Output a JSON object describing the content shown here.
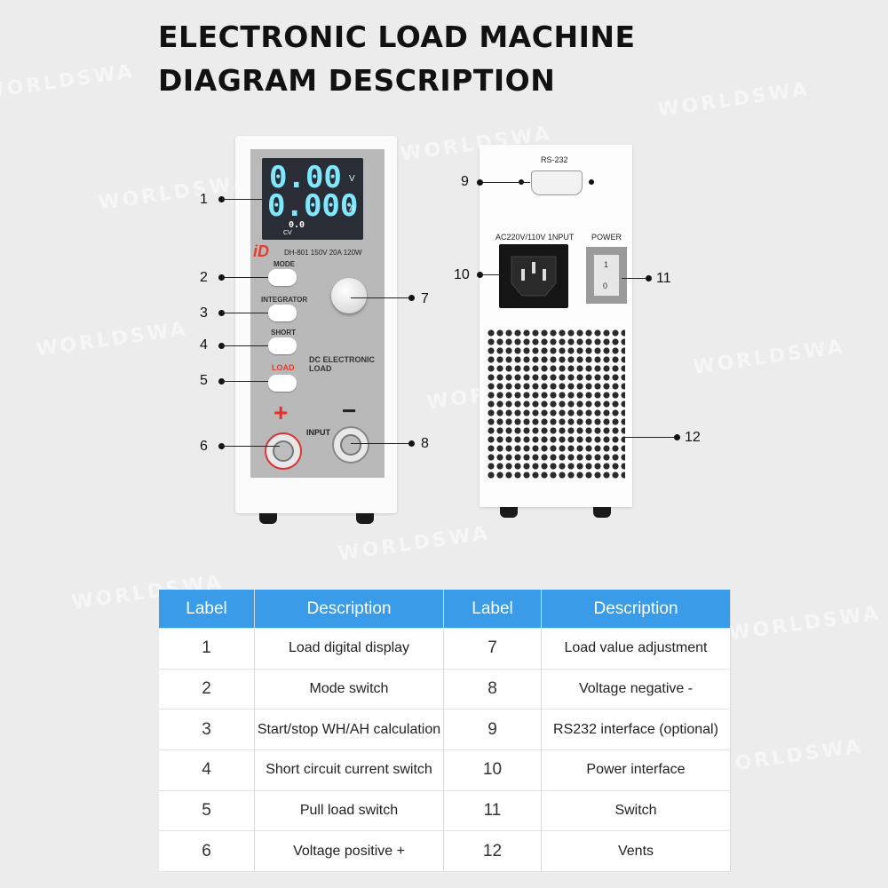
{
  "title": {
    "line1": "ELECTRONIC LOAD MACHINE",
    "line2": "DIAGRAM DESCRIPTION"
  },
  "watermark": "WORLDSWA",
  "device": {
    "display_voltage": "0.00",
    "display_current": "0.000",
    "display_small": "0.0",
    "unit_v": "V",
    "unit_a": "A",
    "cv": "CV",
    "brand": "iD",
    "model": "DH-801 150V 20A 120W",
    "btn_mode": "MODE",
    "btn_integrator": "INTEGRATOR",
    "btn_short": "SHORT",
    "btn_load": "LOAD",
    "product_name": "DC ELECTRONIC LOAD",
    "input": "INPUT",
    "plus": "+",
    "minus": "−",
    "rs232": "RS-232",
    "ac_input": "AC220V/110V 1NPUT",
    "power": "POWER",
    "switch_on": "1",
    "switch_off": "0"
  },
  "callouts": [
    "1",
    "2",
    "3",
    "4",
    "5",
    "6",
    "7",
    "8",
    "9",
    "10",
    "11",
    "12"
  ],
  "colors": {
    "table_header": "#3a9ce8",
    "lcd_text": "#7fe8ff",
    "load_label": "#e63b2e",
    "plus": "#e8312b"
  },
  "table": {
    "headers": [
      "Label",
      "Description",
      "Label",
      "Description"
    ],
    "rows": [
      [
        "1",
        "Load digital display",
        "7",
        "Load value adjustment"
      ],
      [
        "2",
        "Mode switch",
        "8",
        "Voltage negative -"
      ],
      [
        "3",
        "Start/stop WH/AH calculation",
        "9",
        "RS232 interface (optional)"
      ],
      [
        "4",
        "Short circuit current switch",
        "10",
        "Power interface"
      ],
      [
        "5",
        "Pull load switch",
        "11",
        "Switch"
      ],
      [
        "6",
        "Voltage positive +",
        "12",
        "Vents"
      ]
    ]
  }
}
